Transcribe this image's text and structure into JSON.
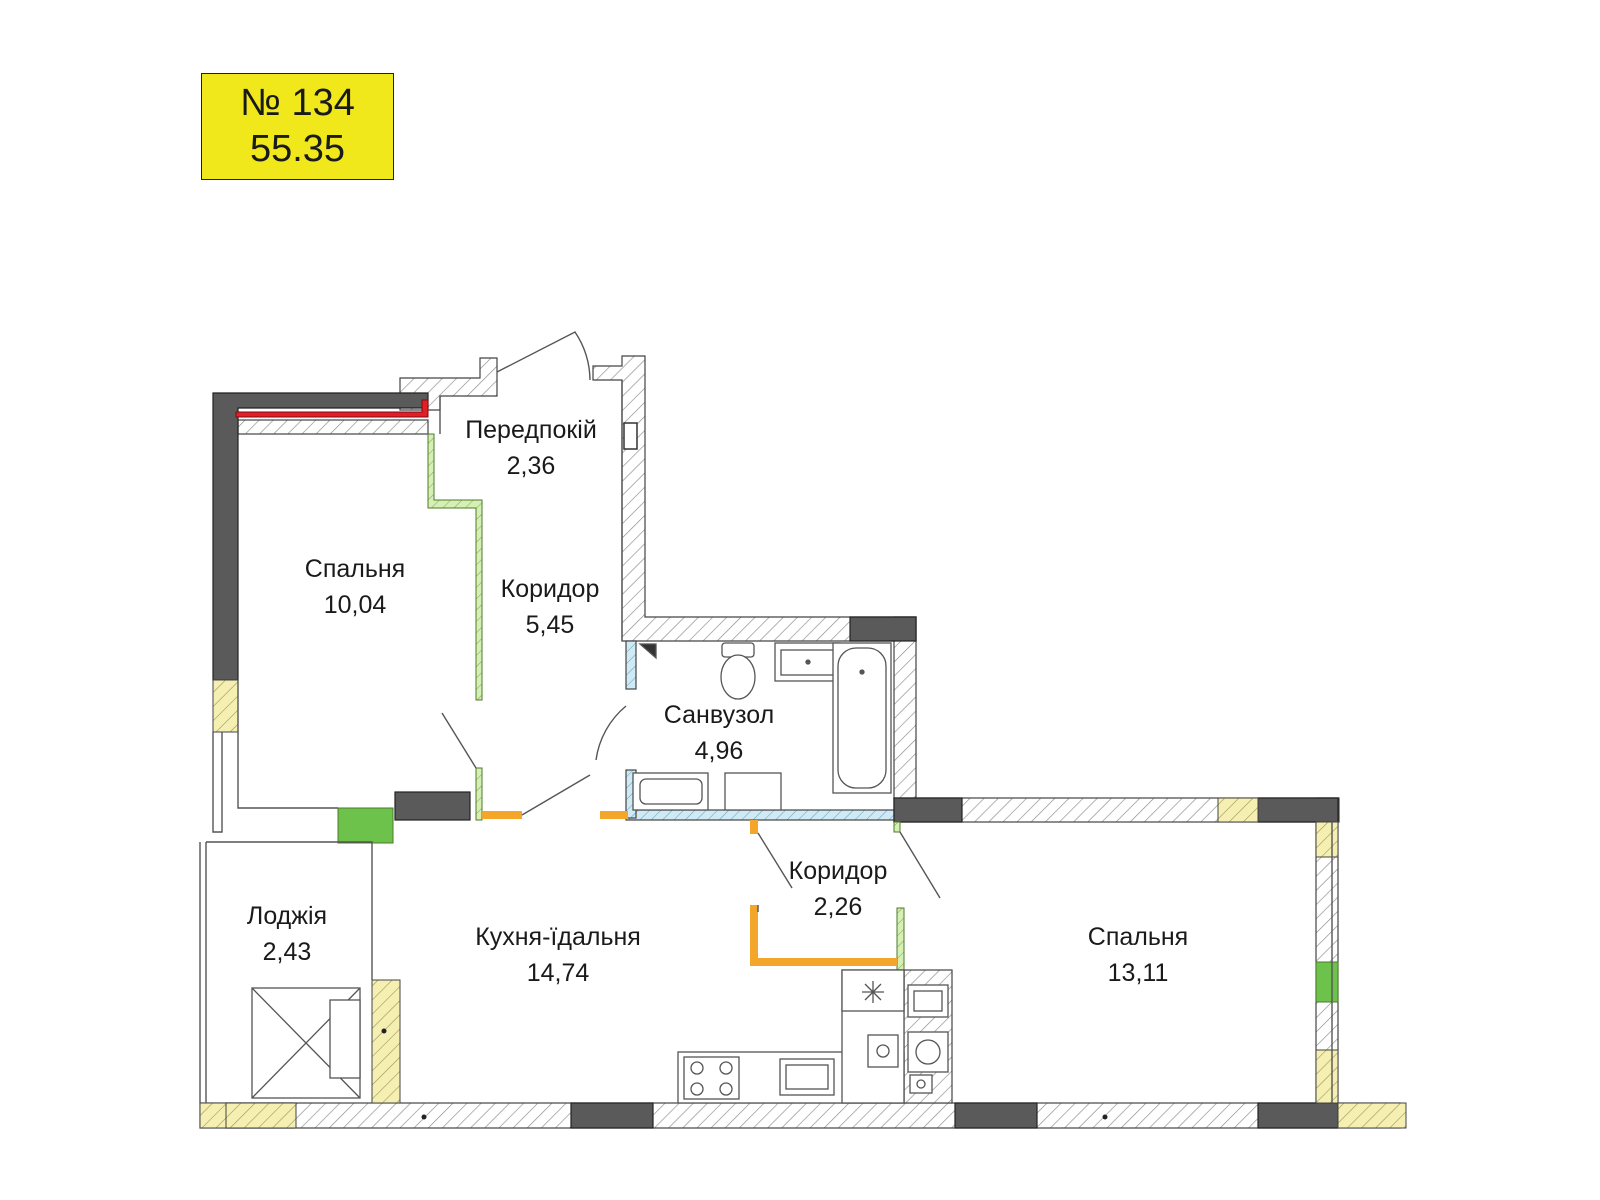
{
  "apartment": {
    "number": "№ 134",
    "total_area": "55.35",
    "badge_color": "#f1e81c"
  },
  "rooms": [
    {
      "id": "entry",
      "name": "Передпокій",
      "area": "2,36"
    },
    {
      "id": "bedroom1",
      "name": "Спальня",
      "area": "10,04"
    },
    {
      "id": "corridor1",
      "name": "Коридор",
      "area": "5,45"
    },
    {
      "id": "bathroom",
      "name": "Санвузол",
      "area": "4,96"
    },
    {
      "id": "corridor2",
      "name": "Коридор",
      "area": "2,26"
    },
    {
      "id": "loggia",
      "name": "Лоджія",
      "area": "2,43"
    },
    {
      "id": "kitchen",
      "name": "Кухня-їдальня",
      "area": "14,74"
    },
    {
      "id": "bedroom2",
      "name": "Спальня",
      "area": "13,11"
    }
  ],
  "legend_colors": {
    "load_bearing_wall": "#5a5a5a",
    "partition_green": "#c9e6a0",
    "partition_blue": "#bfe3f0",
    "partition_orange": "#f4a62a",
    "red_wall": "#e41e26",
    "insulation_yellow": "#f3efb0",
    "vent_green": "#6cc24a"
  }
}
